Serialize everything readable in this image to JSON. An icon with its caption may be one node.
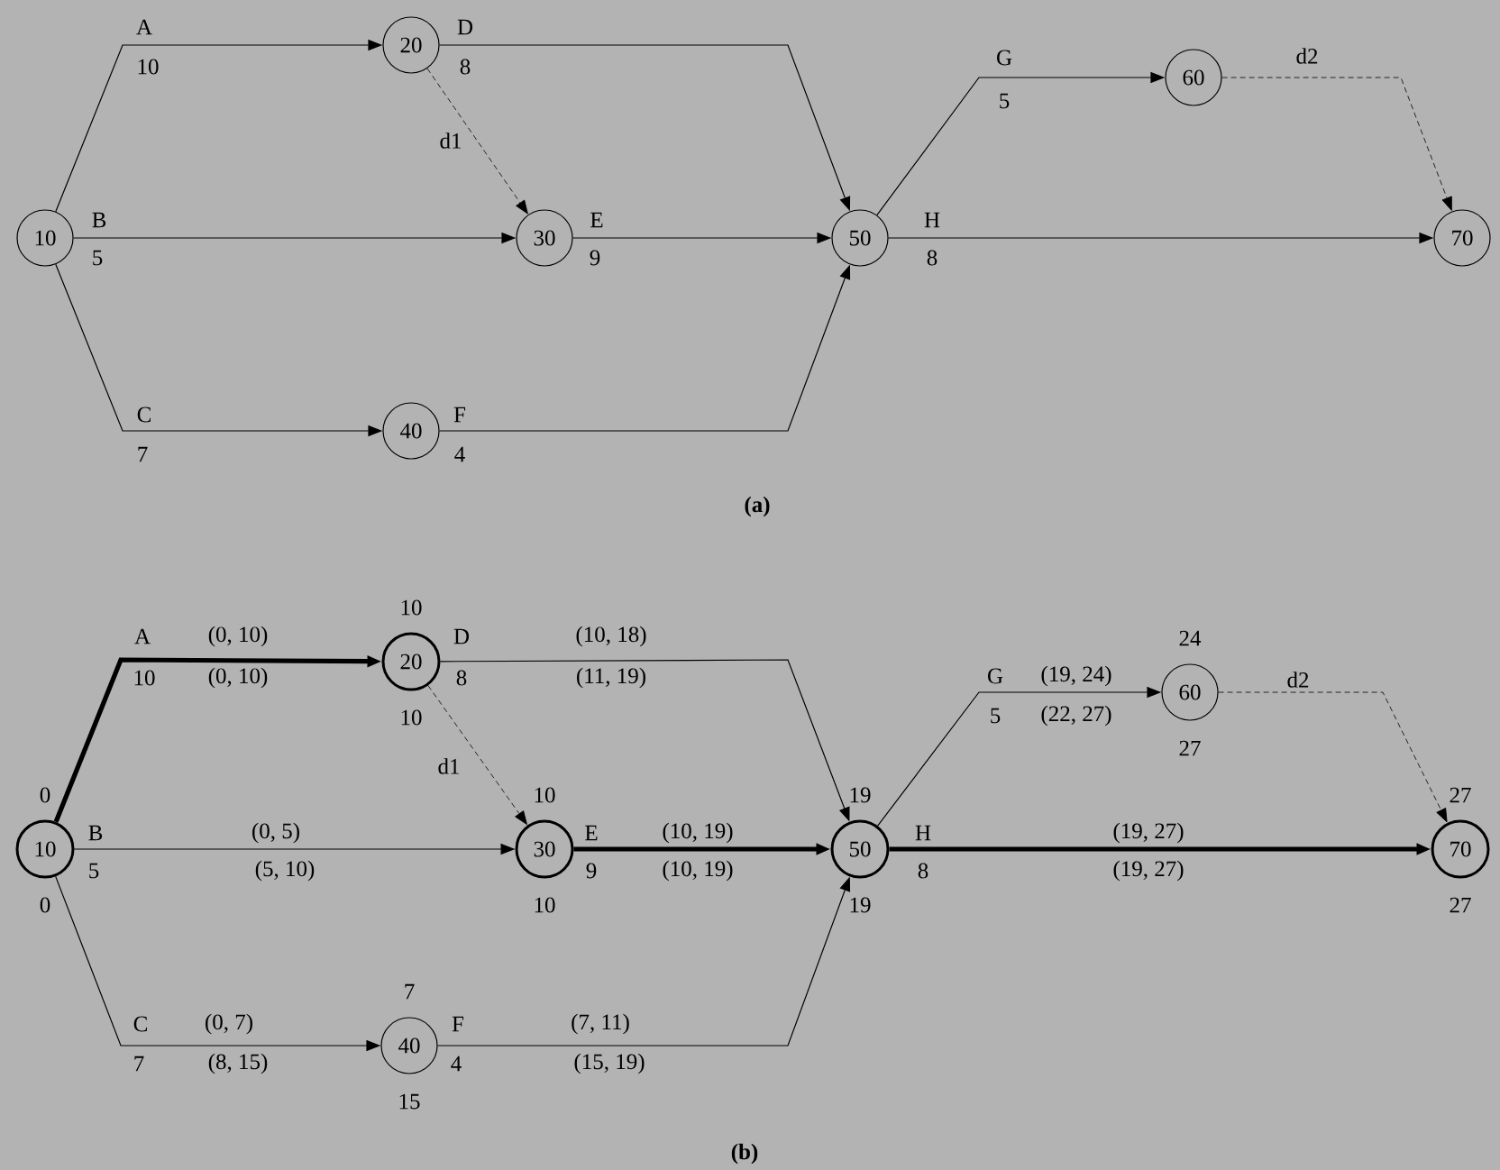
{
  "diagram": {
    "nodes": [
      {
        "text": [
          "10"
        ]
      },
      {
        "text": [
          "20"
        ]
      },
      {
        "text": [
          "30"
        ]
      },
      {
        "text": [
          "40"
        ]
      },
      {
        "text": [
          "50"
        ]
      },
      {
        "text": [
          "60"
        ]
      },
      {
        "text": [
          "70"
        ]
      },
      {
        "text": [
          "10"
        ],
        "beside": [
          "0",
          "0"
        ]
      },
      {
        "text": [
          "20"
        ],
        "beside": [
          "10",
          "10"
        ]
      },
      {
        "text": [
          "30"
        ],
        "beside": [
          "10",
          "10"
        ]
      },
      {
        "text": [
          "40"
        ],
        "beside": [
          "7",
          "15"
        ]
      },
      {
        "text": [
          "50"
        ],
        "beside": [
          "19",
          "19"
        ]
      },
      {
        "text": [
          "60"
        ],
        "beside": [
          "24",
          "27"
        ]
      },
      {
        "text": [
          "70"
        ],
        "beside": [
          "27",
          "27"
        ]
      }
    ],
    "edges": [
      {
        "from": 0,
        "to": 1,
        "arrow": "to",
        "label": "A"
      },
      {
        "from": 0,
        "to": 2,
        "arrow": "to",
        "label": "B"
      },
      {
        "from": 0,
        "to": 3,
        "arrow": "to",
        "label": "C"
      },
      {
        "from": 1,
        "to": 2,
        "arrow": "to",
        "label": "d1",
        "style": "dashed"
      },
      {
        "from": 1,
        "to": 4,
        "arrow": "to",
        "label": "D"
      },
      {
        "from": 2,
        "to": 4,
        "arrow": "to",
        "label": "E"
      },
      {
        "from": 3,
        "to": 4,
        "arrow": "to",
        "label": "F"
      },
      {
        "from": 4,
        "to": 5,
        "arrow": "to",
        "label": "G"
      },
      {
        "from": 4,
        "to": 6,
        "arrow": "to",
        "label": "H"
      },
      {
        "from": 5,
        "to": 6,
        "arrow": "to",
        "label": "d2",
        "style": "dashed"
      },
      {
        "from": 7,
        "to": 8,
        "arrow": "to",
        "label": "A",
        "style": "thick"
      },
      {
        "from": 7,
        "to": 9,
        "arrow": "to",
        "label": "B"
      },
      {
        "from": 7,
        "to": 10,
        "arrow": "to",
        "label": "C"
      },
      {
        "from": 8,
        "to": 9,
        "arrow": "to",
        "label": "d1",
        "style": "dashed"
      },
      {
        "from": 8,
        "to": 11,
        "arrow": "to",
        "label": "D"
      },
      {
        "from": 9,
        "to": 11,
        "arrow": "to",
        "label": "E",
        "style": "thick"
      },
      {
        "from": 10,
        "to": 11,
        "arrow": "to",
        "label": "F"
      },
      {
        "from": 11,
        "to": 12,
        "arrow": "to",
        "label": "G"
      },
      {
        "from": 11,
        "to": 13,
        "arrow": "to",
        "label": "H",
        "style": "thick"
      },
      {
        "from": 12,
        "to": 13,
        "arrow": "to",
        "label": "d2",
        "style": "dashed"
      }
    ],
    "labels": [
      "10",
      "8",
      "5",
      "5",
      "9",
      "8",
      "7",
      "4",
      "(a)",
      "(0, 10)",
      "(10, 18)",
      "10",
      "(0, 10)",
      "8",
      "(11, 19)",
      "(19, 24)",
      "5",
      "(22, 27)",
      "(0, 5)",
      "(10, 19)",
      "(19, 27)",
      "5",
      "(5, 10)",
      "9",
      "(10, 19)",
      "8",
      "(19, 27)",
      "(0, 7)",
      "(7, 11)",
      "7",
      "(8, 15)",
      "4",
      "(15, 19)",
      "(b)"
    ]
  }
}
